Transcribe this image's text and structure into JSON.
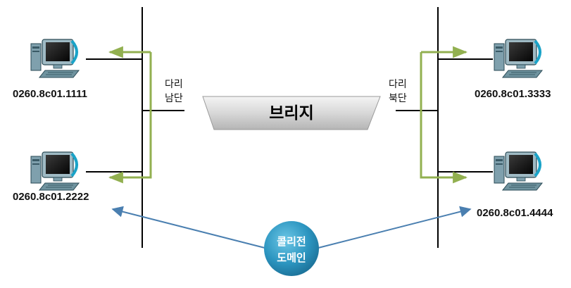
{
  "hosts": [
    {
      "mac": "0260.8c01.1111"
    },
    {
      "mac": "0260.8c01.2222"
    },
    {
      "mac": "0260.8c01.3333"
    },
    {
      "mac": "0260.8c01.4444"
    }
  ],
  "segments": {
    "left": {
      "line1": "다리",
      "line2": "남단"
    },
    "right": {
      "line1": "다리",
      "line2": "북단"
    }
  },
  "bridge": {
    "label": "브리지"
  },
  "collision_domain": {
    "line1": "콜리전",
    "line2": "도메인"
  },
  "colors": {
    "arrow_green": "#92b050",
    "arrow_blue": "#4a7fb0",
    "line": "#000000",
    "bridge_fill": "#d9d9d9",
    "domain_fill": "#3aa0c8"
  }
}
